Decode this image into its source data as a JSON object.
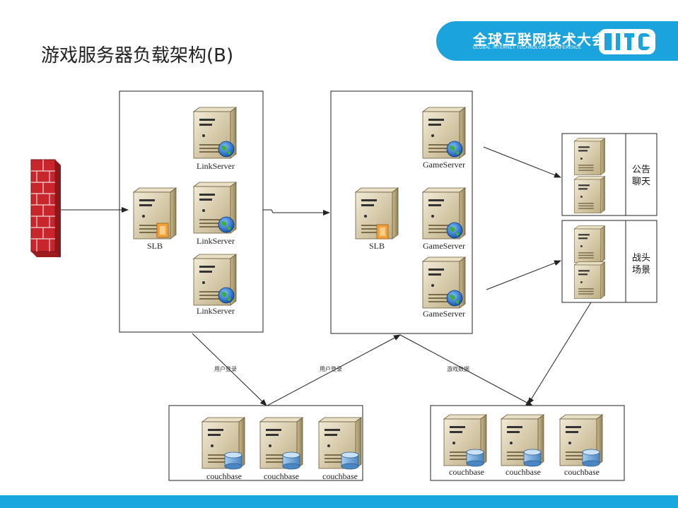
{
  "title": "游戏服务器负载架构(B)",
  "logo": {
    "name_cn": "全球互联网技术大会",
    "name_en": "GLOBAL INTERNET TECHNOLOGY CONFERENCE",
    "mark": "GITC"
  },
  "colors": {
    "accent": "#1aa3dc",
    "firewall": "#c8262c",
    "server_body": "#d9cba6",
    "globe": "#1e6bc4",
    "db": "#6ea8dc"
  },
  "diagram": {
    "firewall": {
      "icon": "firewall-icon"
    },
    "link_group": {
      "slb_label": "SLB",
      "servers": [
        "LinkServer",
        "LinkServer",
        "LinkServer"
      ]
    },
    "game_group": {
      "slb_label": "SLB",
      "servers": [
        "GameServer",
        "GameServer",
        "GameServer"
      ]
    },
    "chat_box": {
      "label_line1": "公告",
      "label_line2": "聊天"
    },
    "battle_box": {
      "label_line1": "战头",
      "label_line2": "场景"
    },
    "db_left": {
      "nodes": [
        "couchbase",
        "couchbase",
        "couchbase"
      ]
    },
    "db_right": {
      "nodes": [
        "couchbase",
        "couchbase",
        "couchbase"
      ]
    },
    "edges": {
      "login_1": "用户登录",
      "login_2": "用户登录",
      "game_data": "游戏数据"
    }
  }
}
